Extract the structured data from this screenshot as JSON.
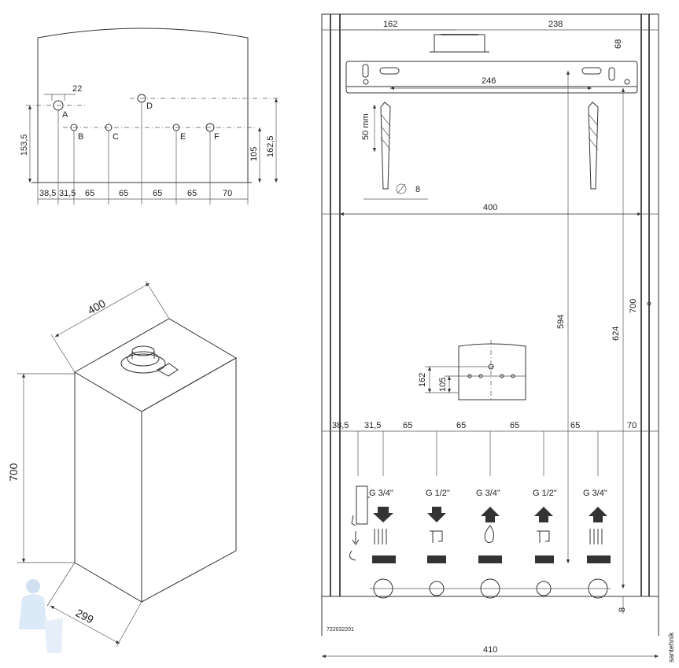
{
  "pipe_detail": {
    "dim_22": "22",
    "dim_1535": "153,5",
    "dim_105": "105",
    "dim_1625": "162,5",
    "labels": [
      "A",
      "B",
      "C",
      "D",
      "E",
      "F"
    ],
    "bottom_dims": [
      "38,5",
      "31,5",
      "65",
      "65",
      "65",
      "65",
      "70"
    ]
  },
  "iso_view": {
    "width": "400",
    "height": "700",
    "depth": "299"
  },
  "front_view": {
    "top_left": "162",
    "top_right": "238",
    "dim_68": "68",
    "dim_246": "246",
    "drill_depth": "50 mm",
    "drill_dia": "8",
    "dim_400": "400",
    "dim_594": "594",
    "dim_624": "624",
    "dim_700": "700",
    "inner_162": "162",
    "inner_105": "105",
    "bottom_dims": [
      "38,5",
      "31,5",
      "65",
      "65",
      "65",
      "65",
      "70"
    ],
    "connections": [
      "G 3/4\"",
      "G 1/2\"",
      "G 3/4\"",
      "G 1/2\"",
      "G 3/4\""
    ],
    "dim_8": "8",
    "code": "722032201",
    "total_width": "410"
  },
  "watermark": "santehnik"
}
